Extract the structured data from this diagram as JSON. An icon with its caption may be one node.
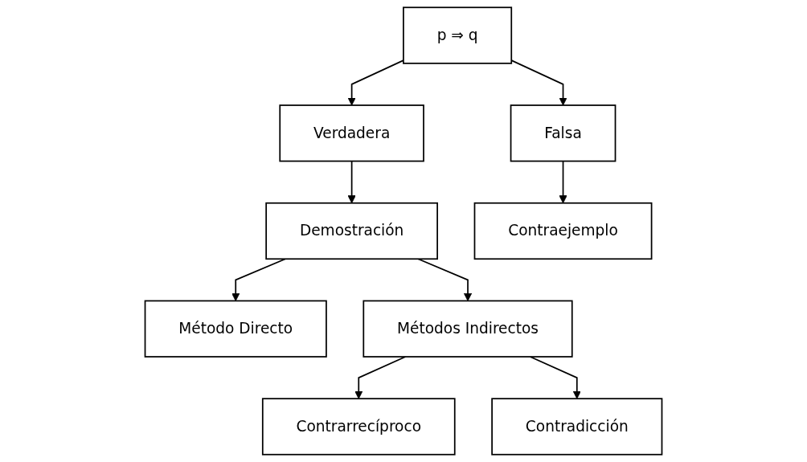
{
  "diagram": {
    "nodes": [
      {
        "text": [
          "p ⇒ q"
        ]
      },
      {
        "text": [
          "Verdadera"
        ]
      },
      {
        "text": [
          "Falsa"
        ]
      },
      {
        "text": [
          "Demostración"
        ]
      },
      {
        "text": [
          "Contraejemplo"
        ]
      },
      {
        "text": [
          "Método Directo"
        ]
      },
      {
        "text": [
          "Métodos Indirectos"
        ]
      },
      {
        "text": [
          "Contrarrecíproco"
        ]
      },
      {
        "text": [
          "Contradicción"
        ]
      }
    ],
    "edges": [
      {
        "from": 0,
        "to": 1,
        "arrow": "to"
      },
      {
        "from": 0,
        "to": 2,
        "arrow": "to"
      },
      {
        "from": 1,
        "to": 3,
        "arrow": "to"
      },
      {
        "from": 2,
        "to": 4,
        "arrow": "to"
      },
      {
        "from": 3,
        "to": 5,
        "arrow": "to"
      },
      {
        "from": 3,
        "to": 6,
        "arrow": "to"
      },
      {
        "from": 6,
        "to": 7,
        "arrow": "to"
      },
      {
        "from": 6,
        "to": 8,
        "arrow": "to"
      }
    ]
  }
}
